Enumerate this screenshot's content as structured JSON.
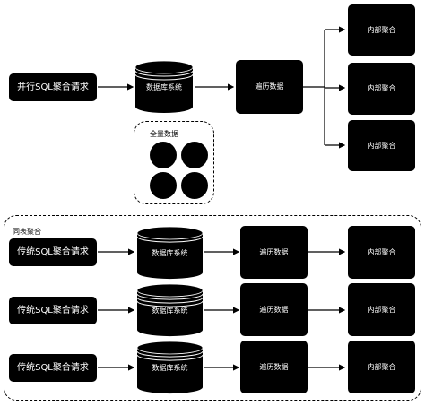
{
  "top": {
    "request": "并行SQL聚合请求",
    "database": "数据库系统",
    "traverse": "遍历数据",
    "inner_aggregations": [
      "内部聚合",
      "内部聚合",
      "内部聚合"
    ],
    "full_data_label": "全量数据"
  },
  "bottom": {
    "group_label": "同表聚合",
    "rows": [
      {
        "request": "传统SQL聚合请求",
        "database": "数据库系统",
        "traverse": "遍历数据",
        "aggregate": "内部聚合"
      },
      {
        "request": "传统SQL聚合请求",
        "database": "数据库系统",
        "traverse": "遍历数据",
        "aggregate": "内部聚合"
      },
      {
        "request": "传统SQL聚合请求",
        "database": "数据库系统",
        "traverse": "遍历数据",
        "aggregate": "内部聚合"
      }
    ]
  }
}
